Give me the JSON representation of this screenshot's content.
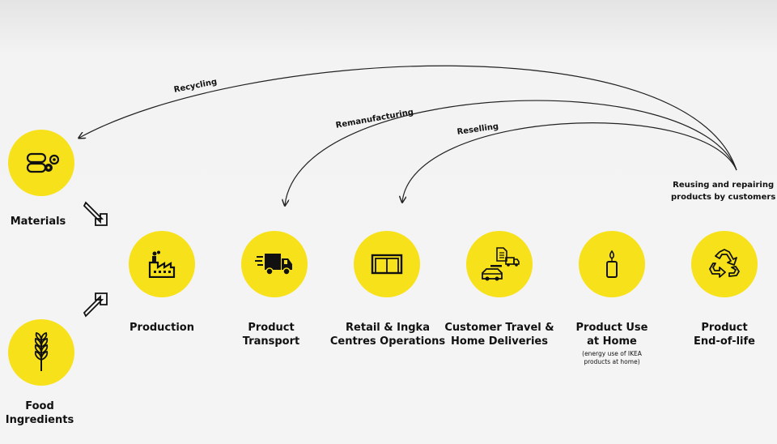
{
  "inputs": [
    {
      "id": "materials",
      "label": "Materials",
      "icon": "materials-icon"
    },
    {
      "id": "food",
      "label": "Food Ingredients",
      "label_lines": [
        "Food",
        "Ingredients"
      ],
      "icon": "wheat-icon"
    }
  ],
  "stages": [
    {
      "id": "production",
      "lines": [
        "Production"
      ],
      "icon": "factory-icon"
    },
    {
      "id": "transport",
      "lines": [
        "Product",
        "Transport"
      ],
      "icon": "delivery-truck-icon"
    },
    {
      "id": "retail",
      "lines": [
        "Retail & Ingka",
        "Centres Operations"
      ],
      "icon": "store-icon"
    },
    {
      "id": "travel",
      "lines": [
        "Customer Travel &",
        "Home Deliveries"
      ],
      "icon": "car-and-truck-icon"
    },
    {
      "id": "use",
      "lines": [
        "Product Use",
        "at Home"
      ],
      "note_lines": [
        "(energy use of IKEA",
        "products at home)"
      ],
      "icon": "candle-icon"
    },
    {
      "id": "eol",
      "lines": [
        "Product",
        "End-of-life"
      ],
      "icon": "recycle-icon"
    }
  ],
  "flows": [
    {
      "label": "Recycling",
      "to": "Materials"
    },
    {
      "label": "Remanufacturing",
      "to": "Product Transport"
    },
    {
      "label": "Reselling",
      "to": "Retail & Ingka Centres Operations"
    }
  ],
  "reuse_lines": [
    "Reusing and repairing",
    "products by customers"
  ],
  "colors": {
    "circle": "#f7e11b",
    "ink": "#111111",
    "background": "#f4f4f4"
  }
}
